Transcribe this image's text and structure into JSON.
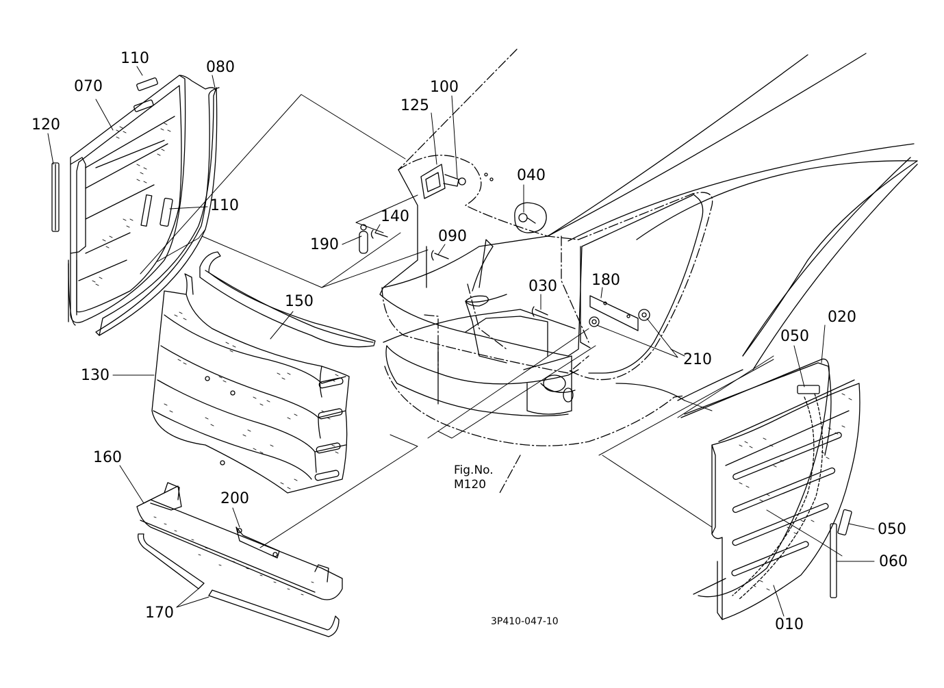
{
  "diagram": {
    "part_labels": {
      "p110a": "110",
      "p080": "080",
      "p070": "070",
      "p120": "120",
      "p110b": "110",
      "p100": "100",
      "p125": "125",
      "p040": "040",
      "p140": "140",
      "p190": "190",
      "p090": "090",
      "p150": "150",
      "p030": "030",
      "p180": "180",
      "p210": "210",
      "p130": "130",
      "p020": "020",
      "p050a": "050",
      "p160": "160",
      "p200": "200",
      "p050b": "050",
      "p060": "060",
      "p170": "170",
      "p010": "010"
    },
    "fig_ref_line1": "Fig.No.",
    "fig_ref_line2": "M120",
    "drawing_code": "3P410-047-10"
  }
}
